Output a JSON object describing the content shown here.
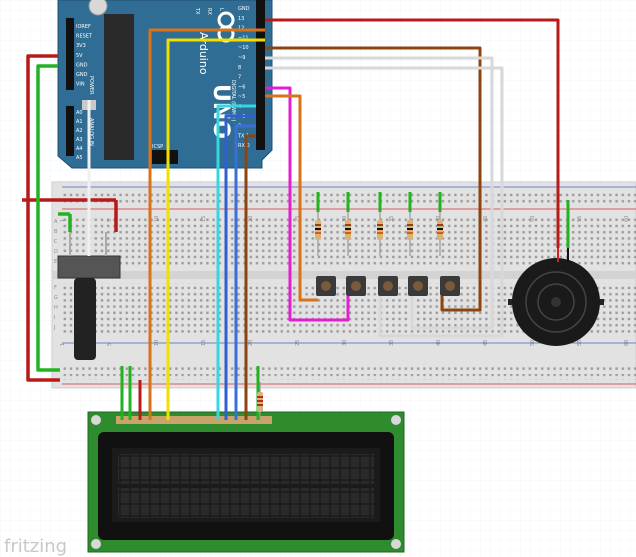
{
  "watermark": "fritzing",
  "arduino": {
    "logo_text": "UNO",
    "brand_text": "Arduino",
    "icsp_label": "ICSP",
    "power_label": "POWER",
    "analog_label": "ANALOG IN",
    "digital_label": "DIGITAL (PWM~)",
    "power_pins": [
      "IOREF",
      "RESET",
      "3V3",
      "5V",
      "GND",
      "GND",
      "VIN"
    ],
    "analog_pins": [
      "A0",
      "A1",
      "A2",
      "A3",
      "A4",
      "A5"
    ],
    "top_pins": [
      "GND",
      "13",
      "12",
      "~11",
      "~10",
      "~9",
      "8",
      "7",
      "~6",
      "~5",
      "4",
      "~3",
      "2",
      "TX 1",
      "RX 0"
    ],
    "led_labels": [
      "TX",
      "RX",
      "L"
    ]
  },
  "breadboard": {
    "column_numbers": [
      "1",
      "5",
      "10",
      "15",
      "20",
      "25",
      "30",
      "35",
      "40",
      "45",
      "50",
      "55",
      "60"
    ],
    "row_letters": [
      "A",
      "B",
      "C",
      "D",
      "E",
      "F",
      "G",
      "H",
      "I",
      "J"
    ]
  },
  "colors": {
    "arduino_blue": "#2f6d94",
    "breadboard": "#e2e2e2",
    "lcd_pcb": "#2e8b2e",
    "wire_red": "#b81a1a",
    "wire_green": "#22b322",
    "wire_orange": "#d8731a",
    "wire_yellow": "#f0e000",
    "wire_cyan": "#35d7e0",
    "wire_blue": "#3060d0",
    "wire_brown": "#8b4513",
    "wire_white": "#d8d8d8",
    "wire_magenta": "#e020d0"
  }
}
